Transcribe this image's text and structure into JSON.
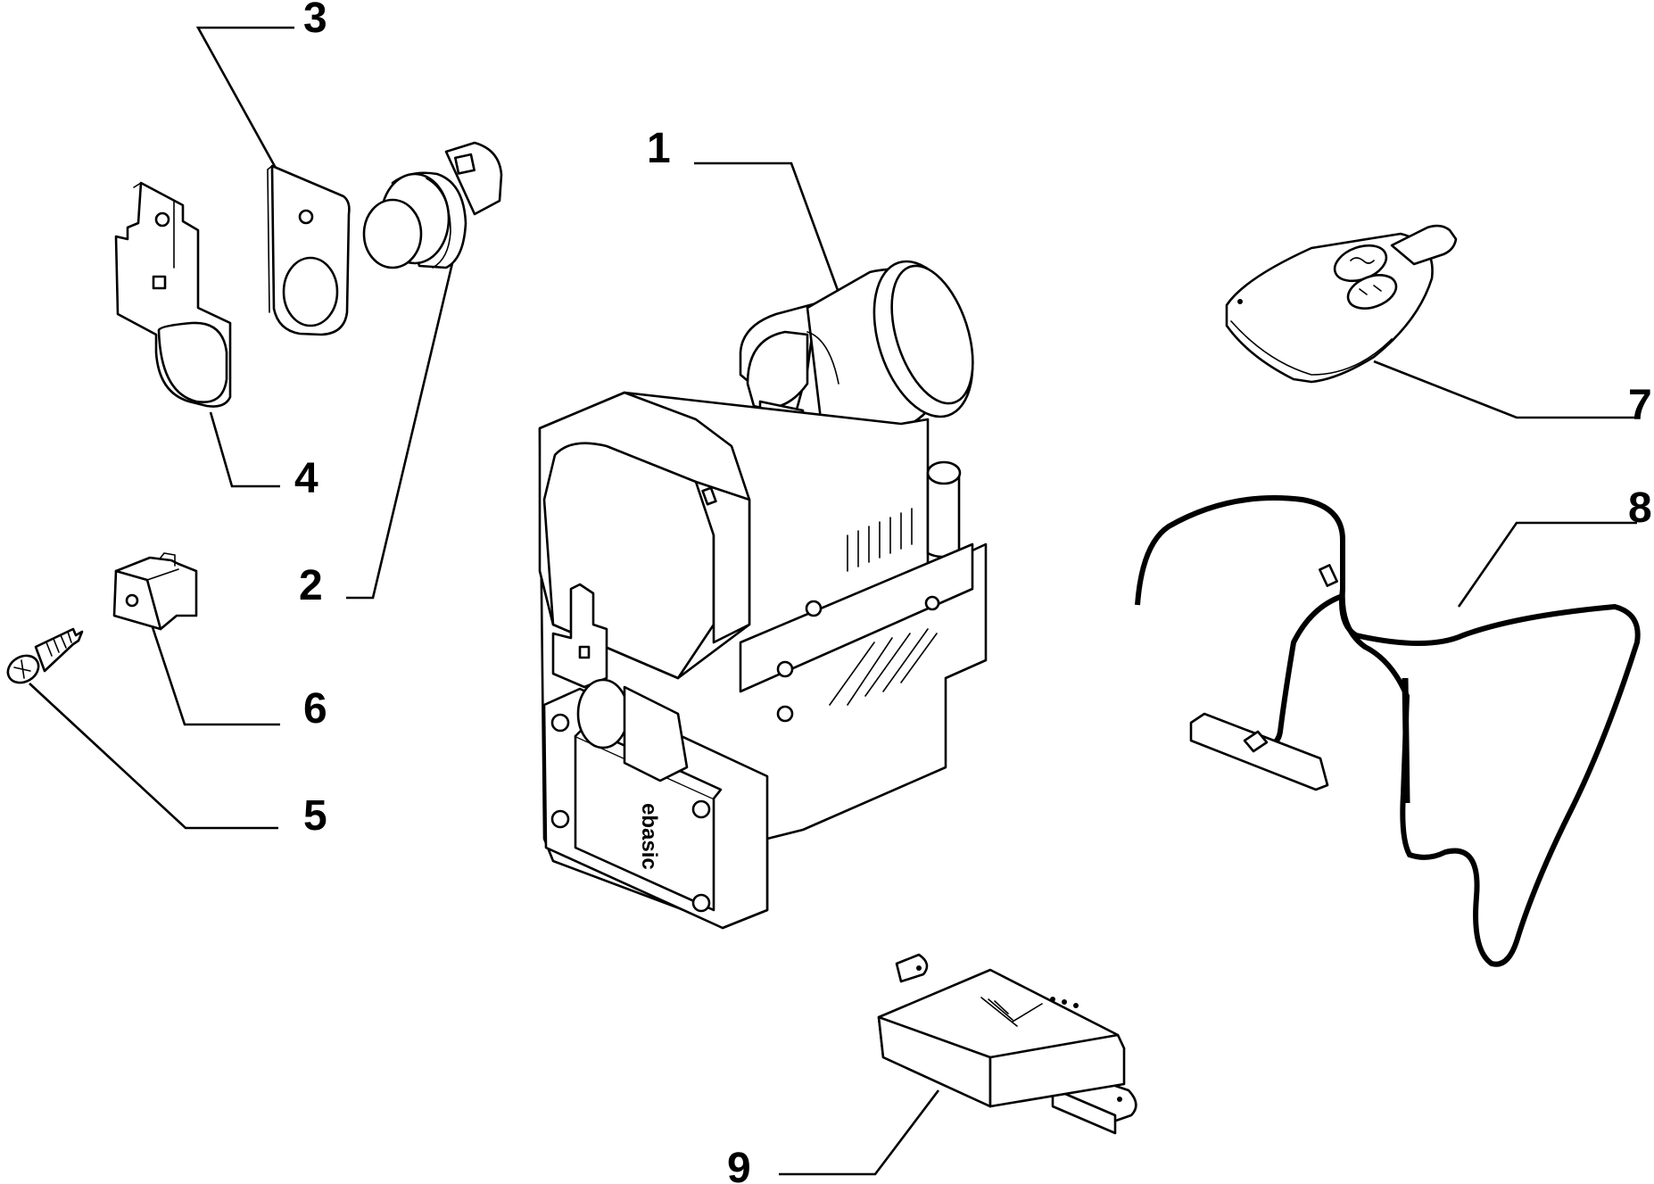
{
  "callouts": {
    "p1": "1",
    "p2": "2",
    "p3": "3",
    "p4": "4",
    "p5": "5",
    "p6": "6",
    "p7": "7",
    "p8": "8",
    "p9": "9"
  },
  "heater_brand_text": "ebasic",
  "colors": {
    "line": "#000000",
    "background": "#ffffff"
  }
}
